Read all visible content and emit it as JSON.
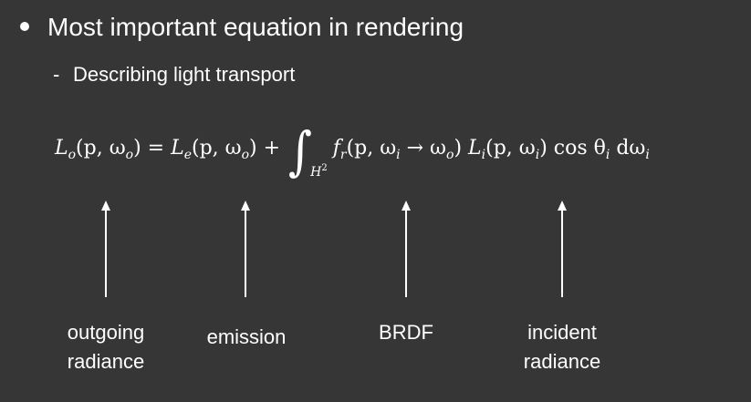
{
  "slide": {
    "bullet": "Most important equation in rendering",
    "subbullet": "Describing light transport"
  },
  "equation": {
    "lo": "L",
    "lo_sub": "o",
    "lo_args": "(p, ω",
    "lo_args_sub": "o",
    "lo_close": ") = ",
    "le": "L",
    "le_sub": "e",
    "le_args": "(p, ω",
    "le_args_sub": "o",
    "le_close": ") + ",
    "integral": "∫",
    "domain": "H",
    "domain_sup": "2",
    "fr": "f",
    "fr_sub": "r",
    "fr_args": "(p, ω",
    "fr_args_sub_i": "i",
    "fr_arrow": " → ω",
    "fr_args_sub_o": "o",
    "fr_close": ") ",
    "li": "L",
    "li_sub": "i",
    "li_args": "(p, ω",
    "li_args_sub": "i",
    "li_close": ") cos θ",
    "theta_sub": "i",
    "dw": " dω",
    "dw_sub": "i"
  },
  "labels": {
    "outgoing_line1": "outgoing",
    "outgoing_line2": "radiance",
    "emission": "emission",
    "brdf": "BRDF",
    "incident_line1": "incident",
    "incident_line2": "radiance"
  },
  "colors": {
    "background": "#363636",
    "foreground": "#ffffff"
  }
}
